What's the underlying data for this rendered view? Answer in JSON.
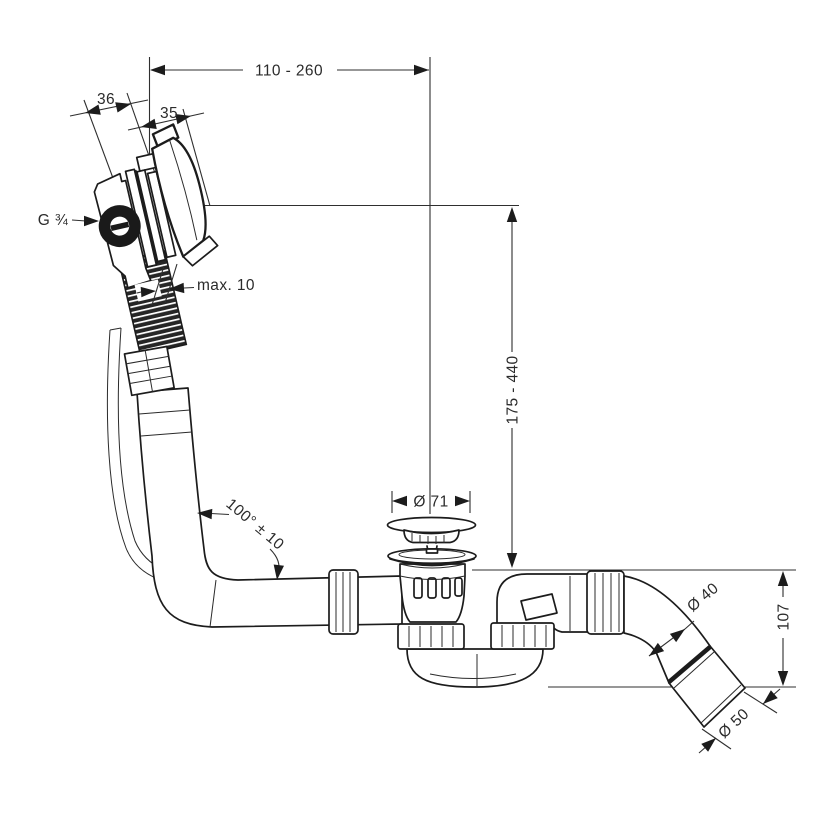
{
  "drawing": {
    "type": "technical-dimension-drawing",
    "subject": "bath-waste-overflow-set",
    "colors": {
      "line": "#1c1c1c",
      "dim_line": "#2f2f2f",
      "background": "#ffffff"
    },
    "dimensions": {
      "reach": "110 - 260",
      "flange_offset": "36",
      "trim_depth": "35",
      "thread": "G ¾",
      "max_wall": "max. 10",
      "height_range": "175 - 440",
      "plug_dia": "Ø 71",
      "hose_angle": "100° ± 10",
      "pipe_dia": "Ø 40",
      "trap_depth": "107",
      "outlet_dia": "Ø 50"
    }
  }
}
